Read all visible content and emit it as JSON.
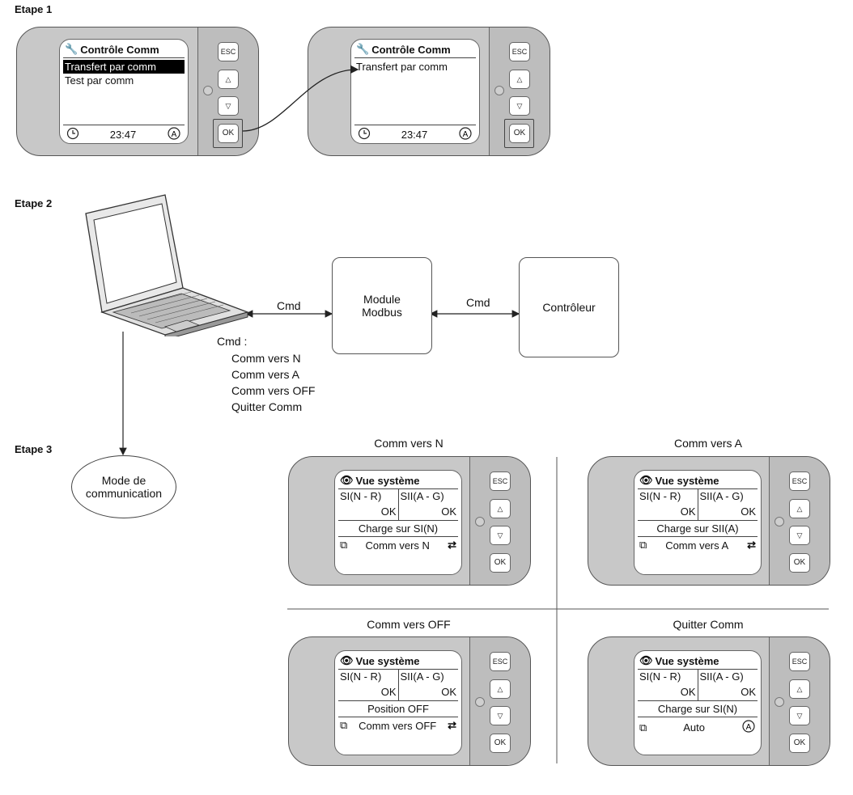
{
  "steps": {
    "step1": "Etape 1",
    "step2": "Etape 2",
    "step3": "Etape 3"
  },
  "keys": {
    "esc": "ESC",
    "ok": "OK"
  },
  "step1": {
    "screen_a": {
      "title": "Contrôle Comm",
      "items": [
        "Transfert par comm",
        "Test par comm"
      ],
      "time": "23:47"
    },
    "screen_b": {
      "title": "Contrôle Comm",
      "items": [
        "Transfert par comm"
      ],
      "time": "23:47"
    }
  },
  "step2": {
    "cmd_left": "Cmd",
    "cmd_right": "Cmd",
    "module": [
      "Module",
      "Modbus"
    ],
    "controller": "Contrôleur",
    "cmd_list_title": "Cmd :",
    "cmd_list": [
      "Comm vers N",
      "Comm vers A",
      "Comm vers OFF",
      "Quitter Comm"
    ]
  },
  "step3": {
    "mode": [
      "Mode de",
      "communication"
    ],
    "panels": [
      {
        "caption": "Comm vers N",
        "title": "Vue système",
        "col1": "SI(N - R)",
        "col2": "SII(A - G)",
        "val1": "OK",
        "val2": "OK",
        "line": "Charge sur SI(N)",
        "status": "Comm vers N",
        "icon": "comm-arrows-icon"
      },
      {
        "caption": "Comm vers A",
        "title": "Vue système",
        "col1": "SI(N - R)",
        "col2": "SII(A - G)",
        "val1": "OK",
        "val2": "OK",
        "line": "Charge sur SII(A)",
        "status": "Comm vers A",
        "icon": "comm-arrows-icon"
      },
      {
        "caption": "Comm vers OFF",
        "title": "Vue système",
        "col1": "SI(N - R)",
        "col2": "SII(A - G)",
        "val1": "OK",
        "val2": "OK",
        "line": "Position OFF",
        "status": "Comm vers OFF",
        "icon": "comm-arrows-icon"
      },
      {
        "caption": "Quitter Comm",
        "title": "Vue système",
        "col1": "SI(N - R)",
        "col2": "SII(A - G)",
        "val1": "OK",
        "val2": "OK",
        "line": "Charge sur SI(N)",
        "status": "Auto",
        "icon": "auto-mode-icon"
      }
    ]
  }
}
